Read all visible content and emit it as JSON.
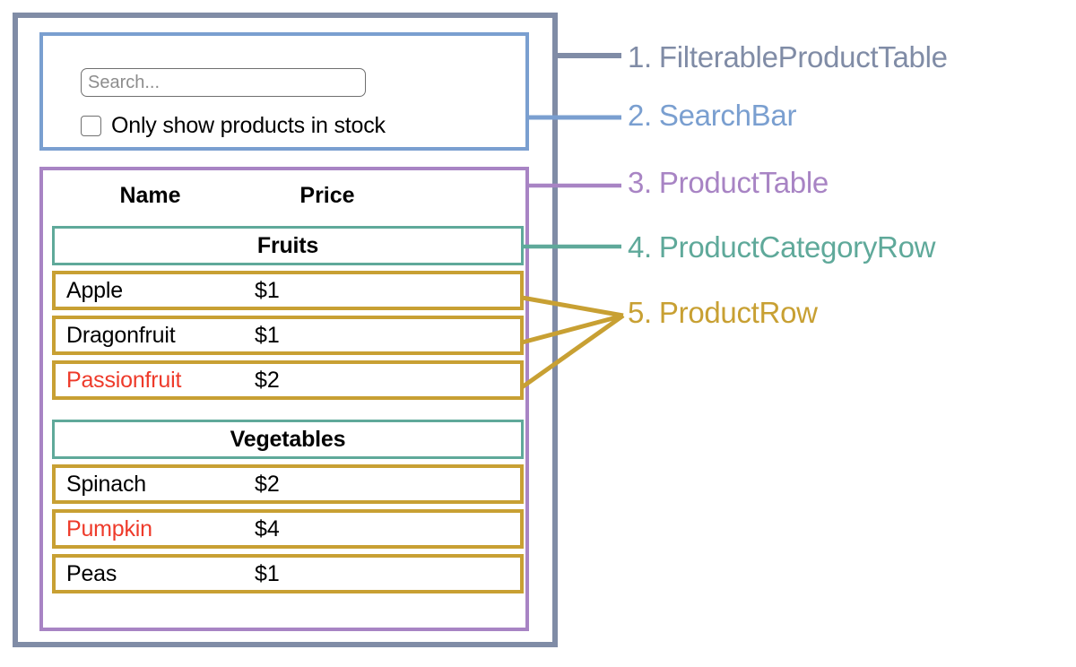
{
  "colors": {
    "gray": "#808ca6",
    "blue": "#7a9fd0",
    "purple": "#a884c4",
    "teal": "#5fa99a",
    "gold": "#c8a033",
    "red": "#ee3a2a",
    "text": "#000000"
  },
  "search_bar": {
    "input_value": "",
    "input_placeholder": "Search...",
    "checkbox_checked": false,
    "checkbox_label": "Only show products in stock"
  },
  "product_table": {
    "columns": [
      "Name",
      "Price"
    ],
    "sections": [
      {
        "category": "Fruits",
        "rows": [
          {
            "name": "Apple",
            "price": "$1",
            "in_stock": true
          },
          {
            "name": "Dragonfruit",
            "price": "$1",
            "in_stock": true
          },
          {
            "name": "Passionfruit",
            "price": "$2",
            "in_stock": false
          }
        ]
      },
      {
        "category": "Vegetables",
        "rows": [
          {
            "name": "Spinach",
            "price": "$2",
            "in_stock": true
          },
          {
            "name": "Pumpkin",
            "price": "$4",
            "in_stock": false
          },
          {
            "name": "Peas",
            "price": "$1",
            "in_stock": true
          }
        ]
      }
    ]
  },
  "annotations": [
    {
      "num": "1.",
      "label": "FilterableProductTable",
      "color": "#808ca6"
    },
    {
      "num": "2.",
      "label": "SearchBar",
      "color": "#7a9fd0"
    },
    {
      "num": "3.",
      "label": "ProductTable",
      "color": "#a884c4"
    },
    {
      "num": "4.",
      "label": "ProductCategoryRow",
      "color": "#5fa99a"
    },
    {
      "num": "5.",
      "label": "ProductRow",
      "color": "#c8a033"
    }
  ]
}
